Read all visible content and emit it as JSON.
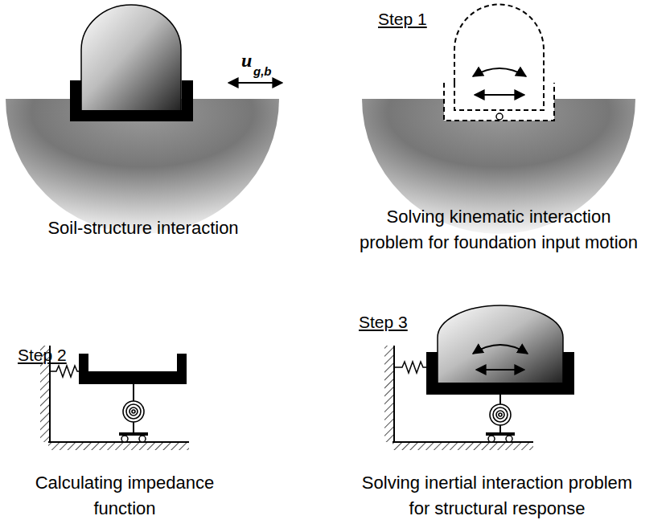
{
  "diagram": {
    "labels": [
      "u",
      "g,b",
      "Soil-structure interaction",
      "Step 1",
      "Solving kinematic interaction problem for foundation input motion",
      "Step 2",
      "Calculating impedance function",
      "Step 3",
      "Solving inertial interaction problem for structural response"
    ]
  }
}
